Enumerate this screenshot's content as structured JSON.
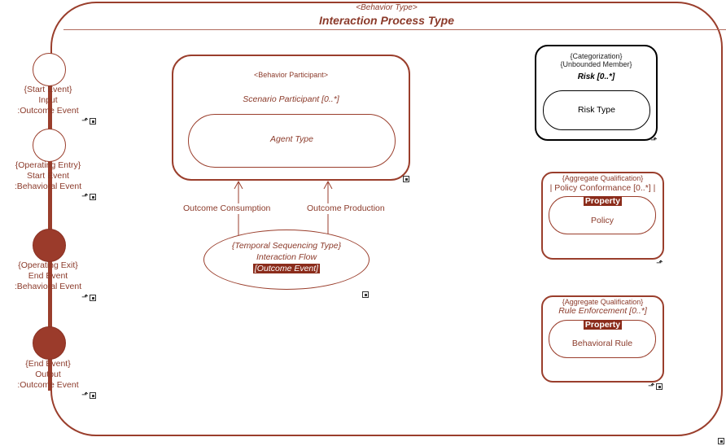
{
  "frame": {
    "stereotype": "<Behavior Type>",
    "title": "Interaction Process Type"
  },
  "events": [
    {
      "qualifier": "{Start Event}",
      "name": "Input",
      "type": ":Outcome Event",
      "filled": false
    },
    {
      "qualifier": "{Operating Entry}",
      "name": "Start Event",
      "type": ":Behavioral Event",
      "filled": false
    },
    {
      "qualifier": "{Operating Exit}",
      "name": "End Event",
      "type": ":Behavioral Event",
      "filled": true
    },
    {
      "qualifier": "{End Event}",
      "name": "Output",
      "type": ":Outcome Event",
      "filled": true
    }
  ],
  "participant": {
    "stereotype": "<Behavior Participant>",
    "name": "Scenario Participant [0..*]",
    "inner": "Agent Type"
  },
  "connectors": {
    "left_label": "Outcome Consumption",
    "right_label": "Outcome Production"
  },
  "flow": {
    "qualifier": "{Temporal Sequencing Type}",
    "name": "Interaction Flow",
    "type": "[Outcome Event]"
  },
  "risk": {
    "qualifier1": "{Categorization}",
    "qualifier2": "{Unbounded Member}",
    "name": "Risk [0..*]",
    "inner": "Risk Type"
  },
  "policy": {
    "qualifier": "{Aggregate Qualification}",
    "name": "| Policy Conformance [0..*] |",
    "tag": "Property",
    "inner": "Policy"
  },
  "rule": {
    "qualifier": "{Aggregate Qualification}",
    "name": "Rule Enforcement [0..*]",
    "tag": "Property",
    "inner": "Behavioral Rule"
  },
  "colors": {
    "primary": "#9a3e2c",
    "text": "#8b3a2a",
    "highlight": "#8b2c1b",
    "risk_border": "#000000"
  },
  "icons": [
    "navigate-arrow-icon",
    "expand-box-icon"
  ]
}
